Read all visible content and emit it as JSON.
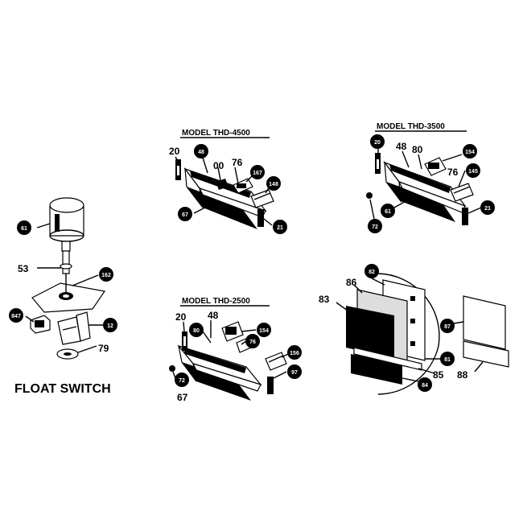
{
  "float_switch": {
    "title": "FLOAT SWITCH",
    "labels": {
      "motor": "61",
      "rod": "53",
      "nut": "162",
      "switch": "847",
      "bracket": "12",
      "washer": "79"
    }
  },
  "model_4500": {
    "title": "MODEL THD-4500",
    "labels": {
      "a": "20",
      "b": "48",
      "c": "00",
      "d": "76",
      "e": "167",
      "f": "148",
      "g": "67",
      "h": "21"
    }
  },
  "model_3500": {
    "title": "MODEL THD-3500",
    "labels": {
      "a": "20",
      "b": "48",
      "c": "80",
      "d": "154",
      "e": "76",
      "f": "145",
      "g": "72",
      "h": "61",
      "i": "21"
    }
  },
  "model_2500": {
    "title": "MODEL THD-2500",
    "labels": {
      "a": "20",
      "b": "48",
      "c": "80",
      "d": "154",
      "e": "76",
      "f": "156",
      "g": "72",
      "h": "67",
      "i": "97"
    }
  },
  "filter": {
    "labels": {
      "a": "82",
      "b": "86",
      "c": "83",
      "d": "87",
      "e": "81",
      "f": "85",
      "g": "84",
      "h": "88"
    }
  }
}
